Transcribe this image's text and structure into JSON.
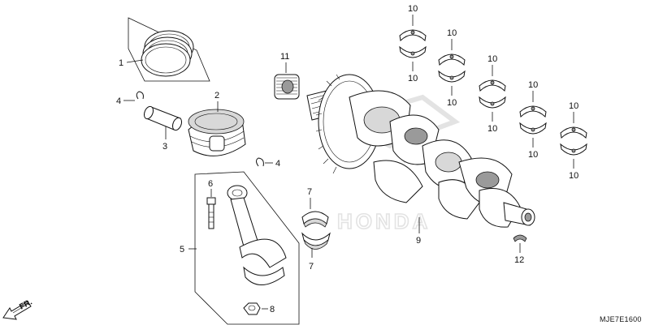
{
  "diagram": {
    "callouts": {
      "c1": "1",
      "c2": "2",
      "c3": "3",
      "c4a": "4",
      "c4b": "4",
      "c5": "5",
      "c6": "6",
      "c7a": "7",
      "c7b": "7",
      "c8": "8",
      "c9": "9",
      "c10": [
        "10",
        "10",
        "10",
        "10",
        "10",
        "10",
        "10",
        "10",
        "10",
        "10"
      ],
      "c11": "11",
      "c12": "12"
    },
    "front_marker": "FR.",
    "watermark": "HONDA",
    "drawing_code": "MJE7E1600"
  },
  "icons": {
    "front_arrow": "arrow-left-down-icon"
  },
  "colors": {
    "line": "#111111",
    "watermark": "#e3e3e3",
    "shade": "#d8d8d8"
  }
}
